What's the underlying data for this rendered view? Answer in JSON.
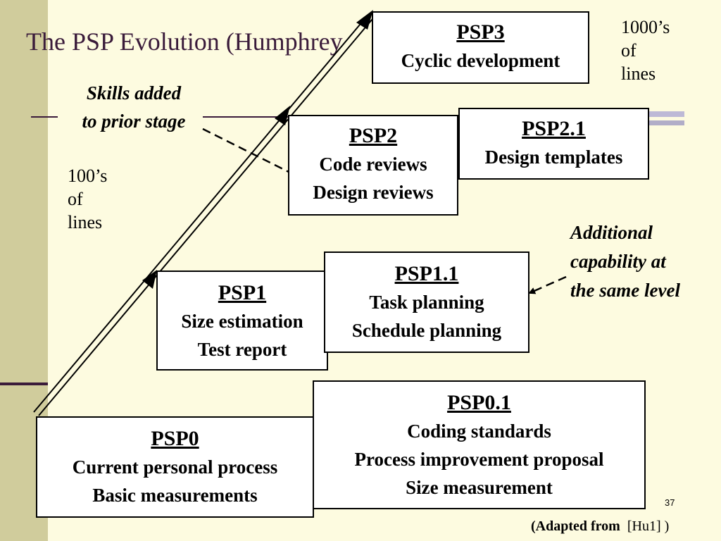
{
  "title": "The PSP Evolution (Humphrey",
  "stages": {
    "psp3": {
      "name": "PSP3",
      "lines": [
        "Cyclic development"
      ]
    },
    "psp2": {
      "name": "PSP2",
      "lines": [
        "Code reviews",
        "Design reviews"
      ]
    },
    "psp21": {
      "name": "PSP2.1",
      "lines": [
        "Design templates"
      ]
    },
    "psp1": {
      "name": "PSP1",
      "lines": [
        "Size estimation",
        "Test report"
      ]
    },
    "psp11": {
      "name": "PSP1.1",
      "lines": [
        "Task planning",
        "Schedule planning"
      ]
    },
    "psp0": {
      "name": "PSP0",
      "lines": [
        "Current personal process",
        "Basic measurements"
      ]
    },
    "psp01": {
      "name": "PSP0.1",
      "lines": [
        "Coding standards",
        "Process improvement proposal",
        "Size measurement"
      ]
    }
  },
  "notes": {
    "skills": [
      "Skills added",
      "to prior stage"
    ],
    "additional": [
      "Additional",
      "capability at",
      "the same level"
    ],
    "lines_1000": [
      "1000’s",
      "of",
      "lines"
    ],
    "lines_100": [
      "100’s",
      "of",
      "lines"
    ]
  },
  "footer": {
    "page_number": "37",
    "adapted_label": "(Adapted from",
    "adapted_ref": "[Hu1] )"
  },
  "colors": {
    "background": "#fdfbe0",
    "sidebar": "#d0cc9c",
    "accent": "#3a1b3a"
  }
}
